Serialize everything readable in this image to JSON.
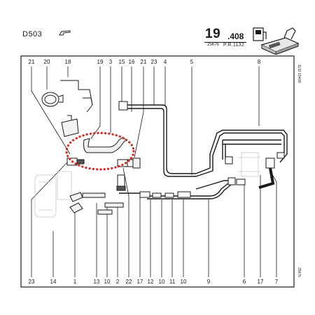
{
  "header": {
    "code": "D503",
    "section_main": "19",
    "section_sub": ".408",
    "ref_left": "25676",
    "ref_right": "P.R.1132"
  },
  "side_text": {
    "top": "1132  19408",
    "bottom": "25676"
  },
  "callouts_top": [
    "21",
    "20",
    "18",
    "19",
    "3",
    "15",
    "16",
    "21",
    "23",
    "4",
    "5",
    "8"
  ],
  "callouts_bottom": [
    "23",
    "14",
    "1",
    "13",
    "10",
    "2",
    "22",
    "17",
    "12",
    "10",
    "11",
    "10",
    "9",
    "6",
    "17",
    "7"
  ],
  "icons": {
    "code_icon": "pointing-hand-icon",
    "fuel_icon": "fuel-pump-and-tank-icon"
  },
  "colors": {
    "line": "#1a1a1a",
    "highlight": "#d9261c"
  }
}
